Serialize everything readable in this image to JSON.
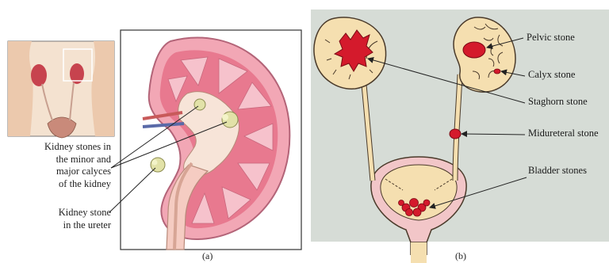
{
  "panel_a": {
    "label_calyces": "Kidney stones in the minor and major calyces of the kidney",
    "label_calyces_lines": [
      "Kidney stones in",
      "the minor and",
      "major calyces",
      "of the kidney"
    ],
    "label_ureter_lines": [
      "Kidney stone",
      "in the ureter"
    ],
    "caption": "(a)"
  },
  "panel_b": {
    "labels": {
      "pelvic": "Pelvic stone",
      "calyx": "Calyx stone",
      "staghorn": "Staghorn stone",
      "midureteral": "Midureteral stone",
      "bladder": "Bladder stones"
    },
    "caption": "(b)"
  },
  "colors": {
    "panel_b_bg": "#d6dcd6",
    "kidney_fill": "#f5dfb0",
    "kidney_outline": "#4a3a2a",
    "stone_red": "#d41a2c",
    "kidney_pink": "#e0607a",
    "stone_yellow": "#e2e2a8"
  }
}
